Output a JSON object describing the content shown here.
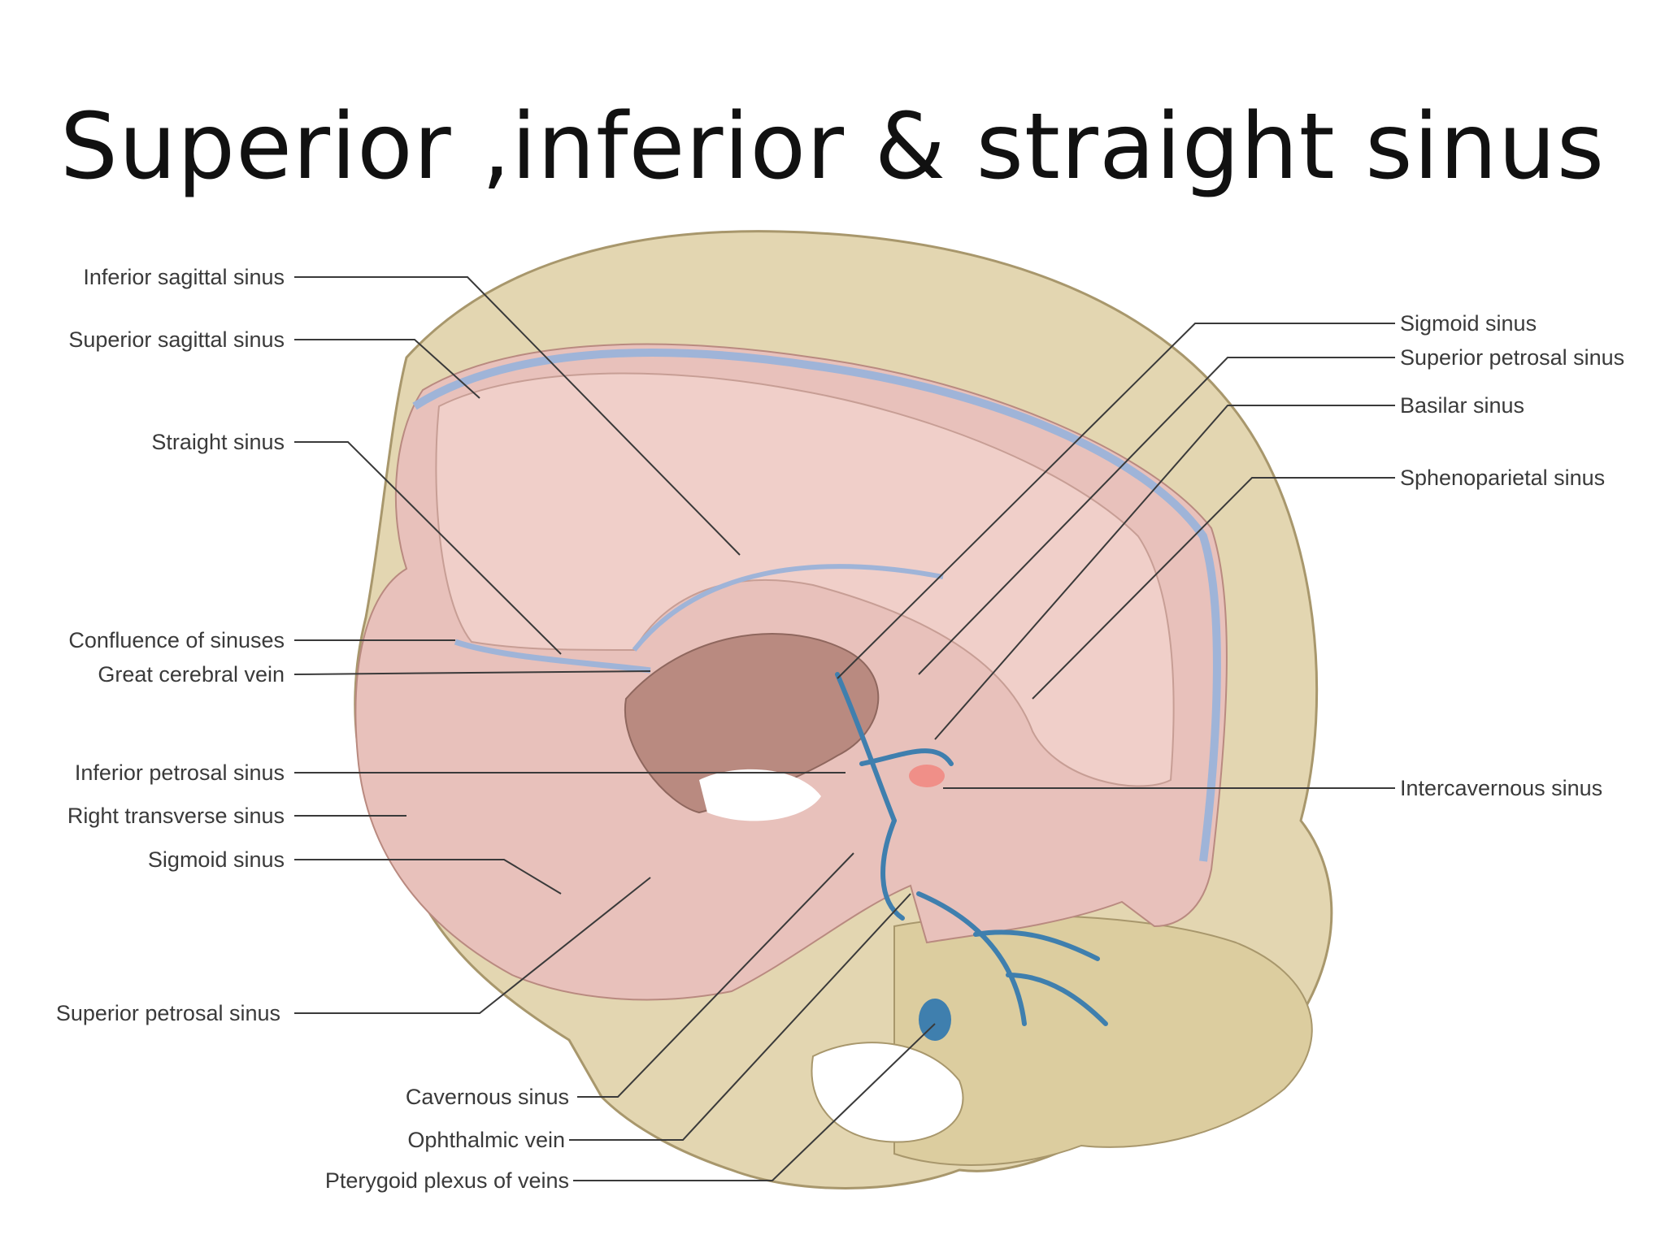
{
  "title": "Superior ,inferior & straight sinus",
  "labels_left": [
    "Inferior sagittal sinus",
    "Superior sagittal sinus",
    "Straight sinus",
    "Confluence of sinuses",
    "Great cerebral vein",
    "Inferior petrosal sinus",
    "Right transverse sinus",
    "Sigmoid sinus",
    "Superior petrosal sinus",
    "Cavernous sinus",
    "Ophthalmic vein",
    "Pterygoid plexus of veins"
  ],
  "labels_right": [
    "Sigmoid sinus",
    "Superior petrosal sinus",
    "Basilar sinus",
    "Sphenoparietal sinus",
    "Intercavernous sinus"
  ],
  "colors": {
    "bone": "#e3d6b1",
    "bone_shadow": "#c8b88a",
    "dura": "#e8c1bb",
    "dura_dark": "#b98a80",
    "sinus": "#9fb4d8",
    "vein": "#3f7fae"
  }
}
